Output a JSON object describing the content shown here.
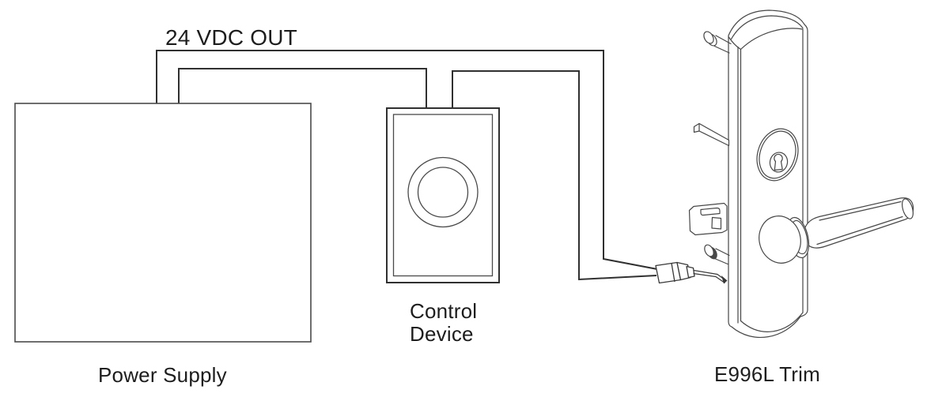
{
  "diagram": {
    "type": "wiring-diagram",
    "wire_label": "24 VDC OUT",
    "power_supply": {
      "label": "Power Supply"
    },
    "control_device": {
      "label_line1": "Control",
      "label_line2": "Device"
    },
    "trim": {
      "label": "E996L Trim"
    },
    "connections": [
      {
        "from": "Power Supply",
        "to": "E996L Trim",
        "via": "24 VDC OUT"
      },
      {
        "from": "Power Supply",
        "to": "Control Device",
        "via": "24 VDC OUT"
      },
      {
        "from": "Control Device",
        "to": "E996L Trim",
        "via": "wire to connector"
      }
    ],
    "colors": {
      "background": "#ffffff",
      "wire": "#303030",
      "artwork": "#474747",
      "text": "#1d1d1d"
    }
  }
}
